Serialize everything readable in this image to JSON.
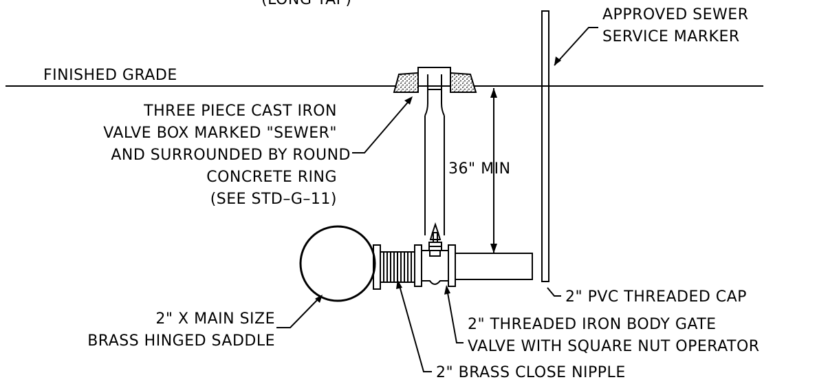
{
  "labels": {
    "top_partial": "(LONG TAP)",
    "finished_grade": "FINISHED GRADE",
    "sewer_marker": [
      "APPROVED SEWER",
      "SERVICE MARKER"
    ],
    "valve_box": [
      "THREE PIECE CAST IRON",
      "VALVE BOX MARKED \"SEWER\"",
      "AND SURROUNDED BY ROUND",
      "CONCRETE RING",
      "(SEE STD–G–11)"
    ],
    "depth": "36\"  MIN",
    "saddle": [
      "2\" X MAIN SIZE",
      "BRASS HINGED SADDLE"
    ],
    "cap": "2\"  PVC THREADED CAP",
    "gate_valve": [
      "2\" THREADED IRON BODY GATE",
      "VALVE WITH SQUARE NUT OPERATOR"
    ],
    "nipple": "2\"  BRASS CLOSE NIPPLE"
  },
  "colors": {
    "ink": "#000000",
    "background": "#ffffff"
  }
}
